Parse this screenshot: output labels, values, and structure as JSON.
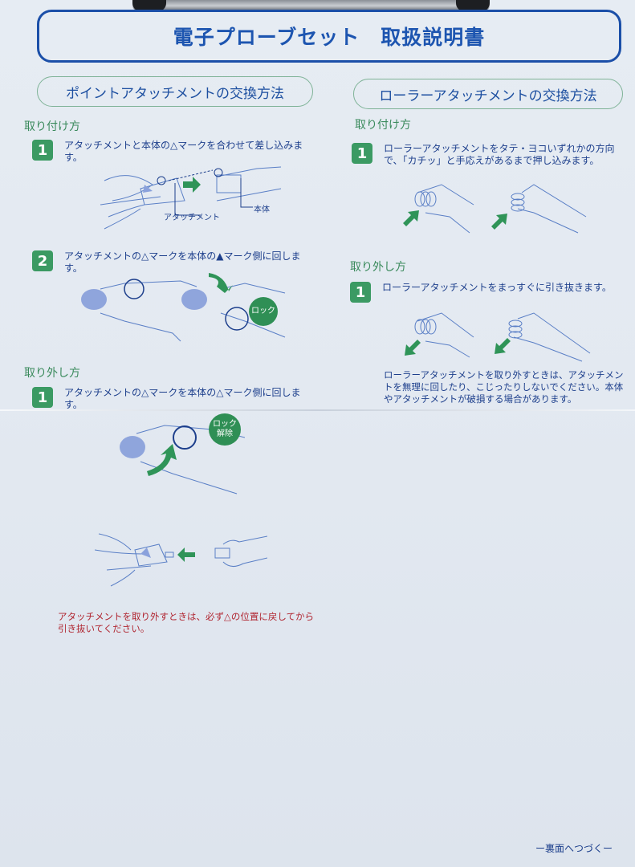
{
  "document": {
    "title": "電子プローブセット　取扱説明書",
    "footer": "ー裏面へつづくー"
  },
  "colors": {
    "title_blue": "#1d55b0",
    "text_blue": "#1d3f8c",
    "green_accent": "#3b9a63",
    "warning_red": "#b02530"
  },
  "left_section": {
    "heading": "ポイントアタッチメントの交換方法",
    "attach": {
      "subheading": "取り付け方",
      "steps": [
        {
          "number": "1",
          "text": "アタッチメントと本体の△マークを合わせて差し込みます。",
          "labels": [
            "アタッチメント",
            "本体"
          ]
        },
        {
          "number": "2",
          "text": "アタッチメントの△マークを本体の▲マーク側に回します。",
          "badge": "ロック"
        }
      ]
    },
    "remove": {
      "subheading": "取り外し方",
      "steps": [
        {
          "number": "1",
          "text": "アタッチメントの△マークを本体の△マーク側に回します。",
          "badge_line1": "ロック",
          "badge_line2": "解除"
        }
      ],
      "warning": "アタッチメントを取り外すときは、必ず△の位置に戻してから引き抜いてください。"
    }
  },
  "right_section": {
    "heading": "ローラーアタッチメントの交換方法",
    "attach": {
      "subheading": "取り付け方",
      "steps": [
        {
          "number": "1",
          "text": "ローラーアタッチメントをタテ・ヨコいずれかの方向で、「カチッ」と手応えがあるまで押し込みます。"
        }
      ]
    },
    "remove": {
      "subheading": "取り外し方",
      "steps": [
        {
          "number": "1",
          "text": "ローラーアタッチメントをまっすぐに引き抜きます。"
        }
      ],
      "note": "ローラーアタッチメントを取り外すときは、アタッチメントを無理に回したり、こじったりしないでください。本体やアタッチメントが破損する場合があります。"
    }
  }
}
